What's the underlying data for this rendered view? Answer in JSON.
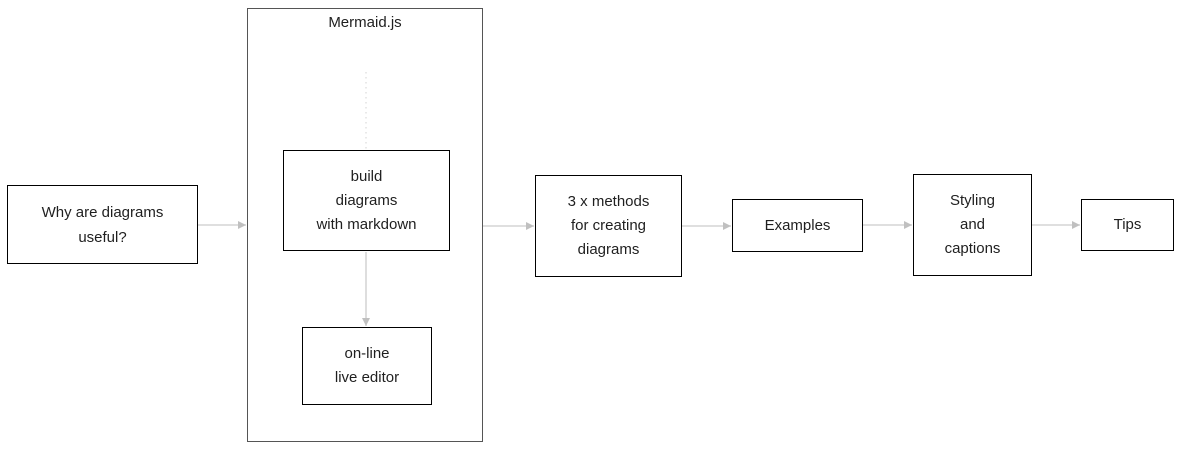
{
  "colors": {
    "canvas-bg": "#ffffff",
    "node-bg": "#ffffff",
    "node-border": "#000000",
    "container-border": "#555555",
    "edge": "#cccccc",
    "arrowhead": "#c0c0c0",
    "dotted-edge": "#dddddd",
    "text": "#1f1f1f"
  },
  "diagram": {
    "type": "flowchart-left-to-right",
    "container": {
      "title": "Mermaid.js",
      "children": [
        "build",
        "editor"
      ]
    },
    "nodes": {
      "why": {
        "lines": [
          "Why are diagrams",
          "useful?"
        ]
      },
      "build": {
        "lines": [
          "build",
          "diagrams",
          "with markdown"
        ]
      },
      "editor": {
        "lines": [
          "on-line",
          "live editor"
        ]
      },
      "methods": {
        "lines": [
          "3 x methods",
          "for creating",
          "diagrams"
        ]
      },
      "examples": {
        "lines": [
          "Examples"
        ]
      },
      "styling": {
        "lines": [
          "Styling",
          "and",
          "captions"
        ]
      },
      "tips": {
        "lines": [
          "Tips"
        ]
      }
    },
    "edges": [
      {
        "from": "why",
        "to": "mermaid-container",
        "style": "solid-arrow"
      },
      {
        "from": "mermaid-title",
        "to": "build",
        "style": "dotted"
      },
      {
        "from": "build",
        "to": "editor",
        "style": "solid-arrow"
      },
      {
        "from": "mermaid-container",
        "to": "methods",
        "style": "solid-arrow"
      },
      {
        "from": "methods",
        "to": "examples",
        "style": "solid-arrow"
      },
      {
        "from": "examples",
        "to": "styling",
        "style": "solid-arrow"
      },
      {
        "from": "styling",
        "to": "tips",
        "style": "solid-arrow"
      }
    ]
  }
}
